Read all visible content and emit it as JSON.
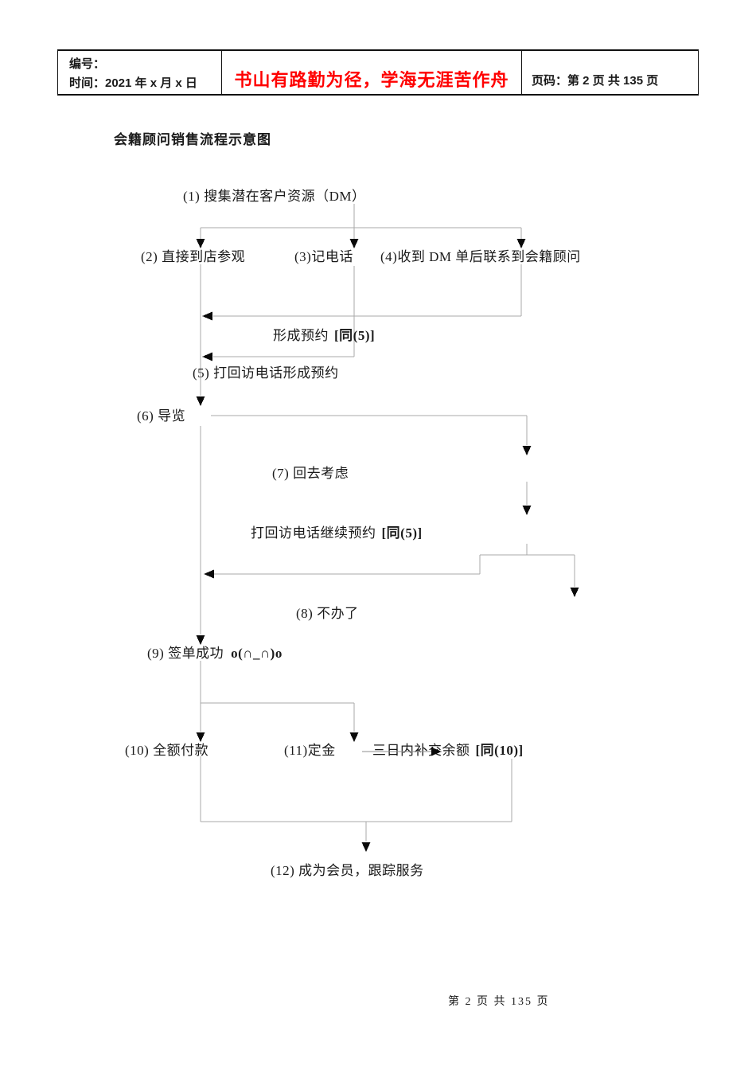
{
  "header": {
    "number_label": "编号：",
    "time_label": "时间：2021 年 x 月 x 日",
    "motto": "书山有路勤为径，学海无涯苦作舟",
    "page_label": "页码：第 2 页  共 135 页"
  },
  "document": {
    "title": "会籍顾问销售流程示意图"
  },
  "flowchart": {
    "step1": {
      "text": "(1) 搜集潜在客户资源（DM）"
    },
    "step2": {
      "text": "(2) 直接到店参观"
    },
    "step3": {
      "text": "(3)记电话"
    },
    "step4": {
      "text": "(4)收到 DM 单后联系到会籍顾问"
    },
    "note_form_appointment": {
      "text": "形成预约",
      "ref": "[同(5)]"
    },
    "step5": {
      "text": "(5) 打回访电话形成预约"
    },
    "step6": {
      "text": "(6) 导览"
    },
    "step7": {
      "text": "(7) 回去考虑"
    },
    "note_continue_call": {
      "text": "打回访电话继续预约",
      "ref": "[同(5)]"
    },
    "step8": {
      "text": "(8) 不办了"
    },
    "step9": {
      "text": "(9) 签单成功",
      "emote": "o(∩_∩)o"
    },
    "step10": {
      "text": "(10) 全额付款"
    },
    "step11": {
      "text": "(11)定金"
    },
    "note_balance": {
      "text": "三日内补交余额",
      "ref": "[同(10)]"
    },
    "step12": {
      "text": "(12) 成为会员，跟踪服务"
    }
  },
  "footer": {
    "page_info": "第 2 页 共 135 页"
  },
  "colors": {
    "motto_red": "#ff0000",
    "connector_gray": "#a8a8a8",
    "arrow_black": "#0a0a0a"
  }
}
